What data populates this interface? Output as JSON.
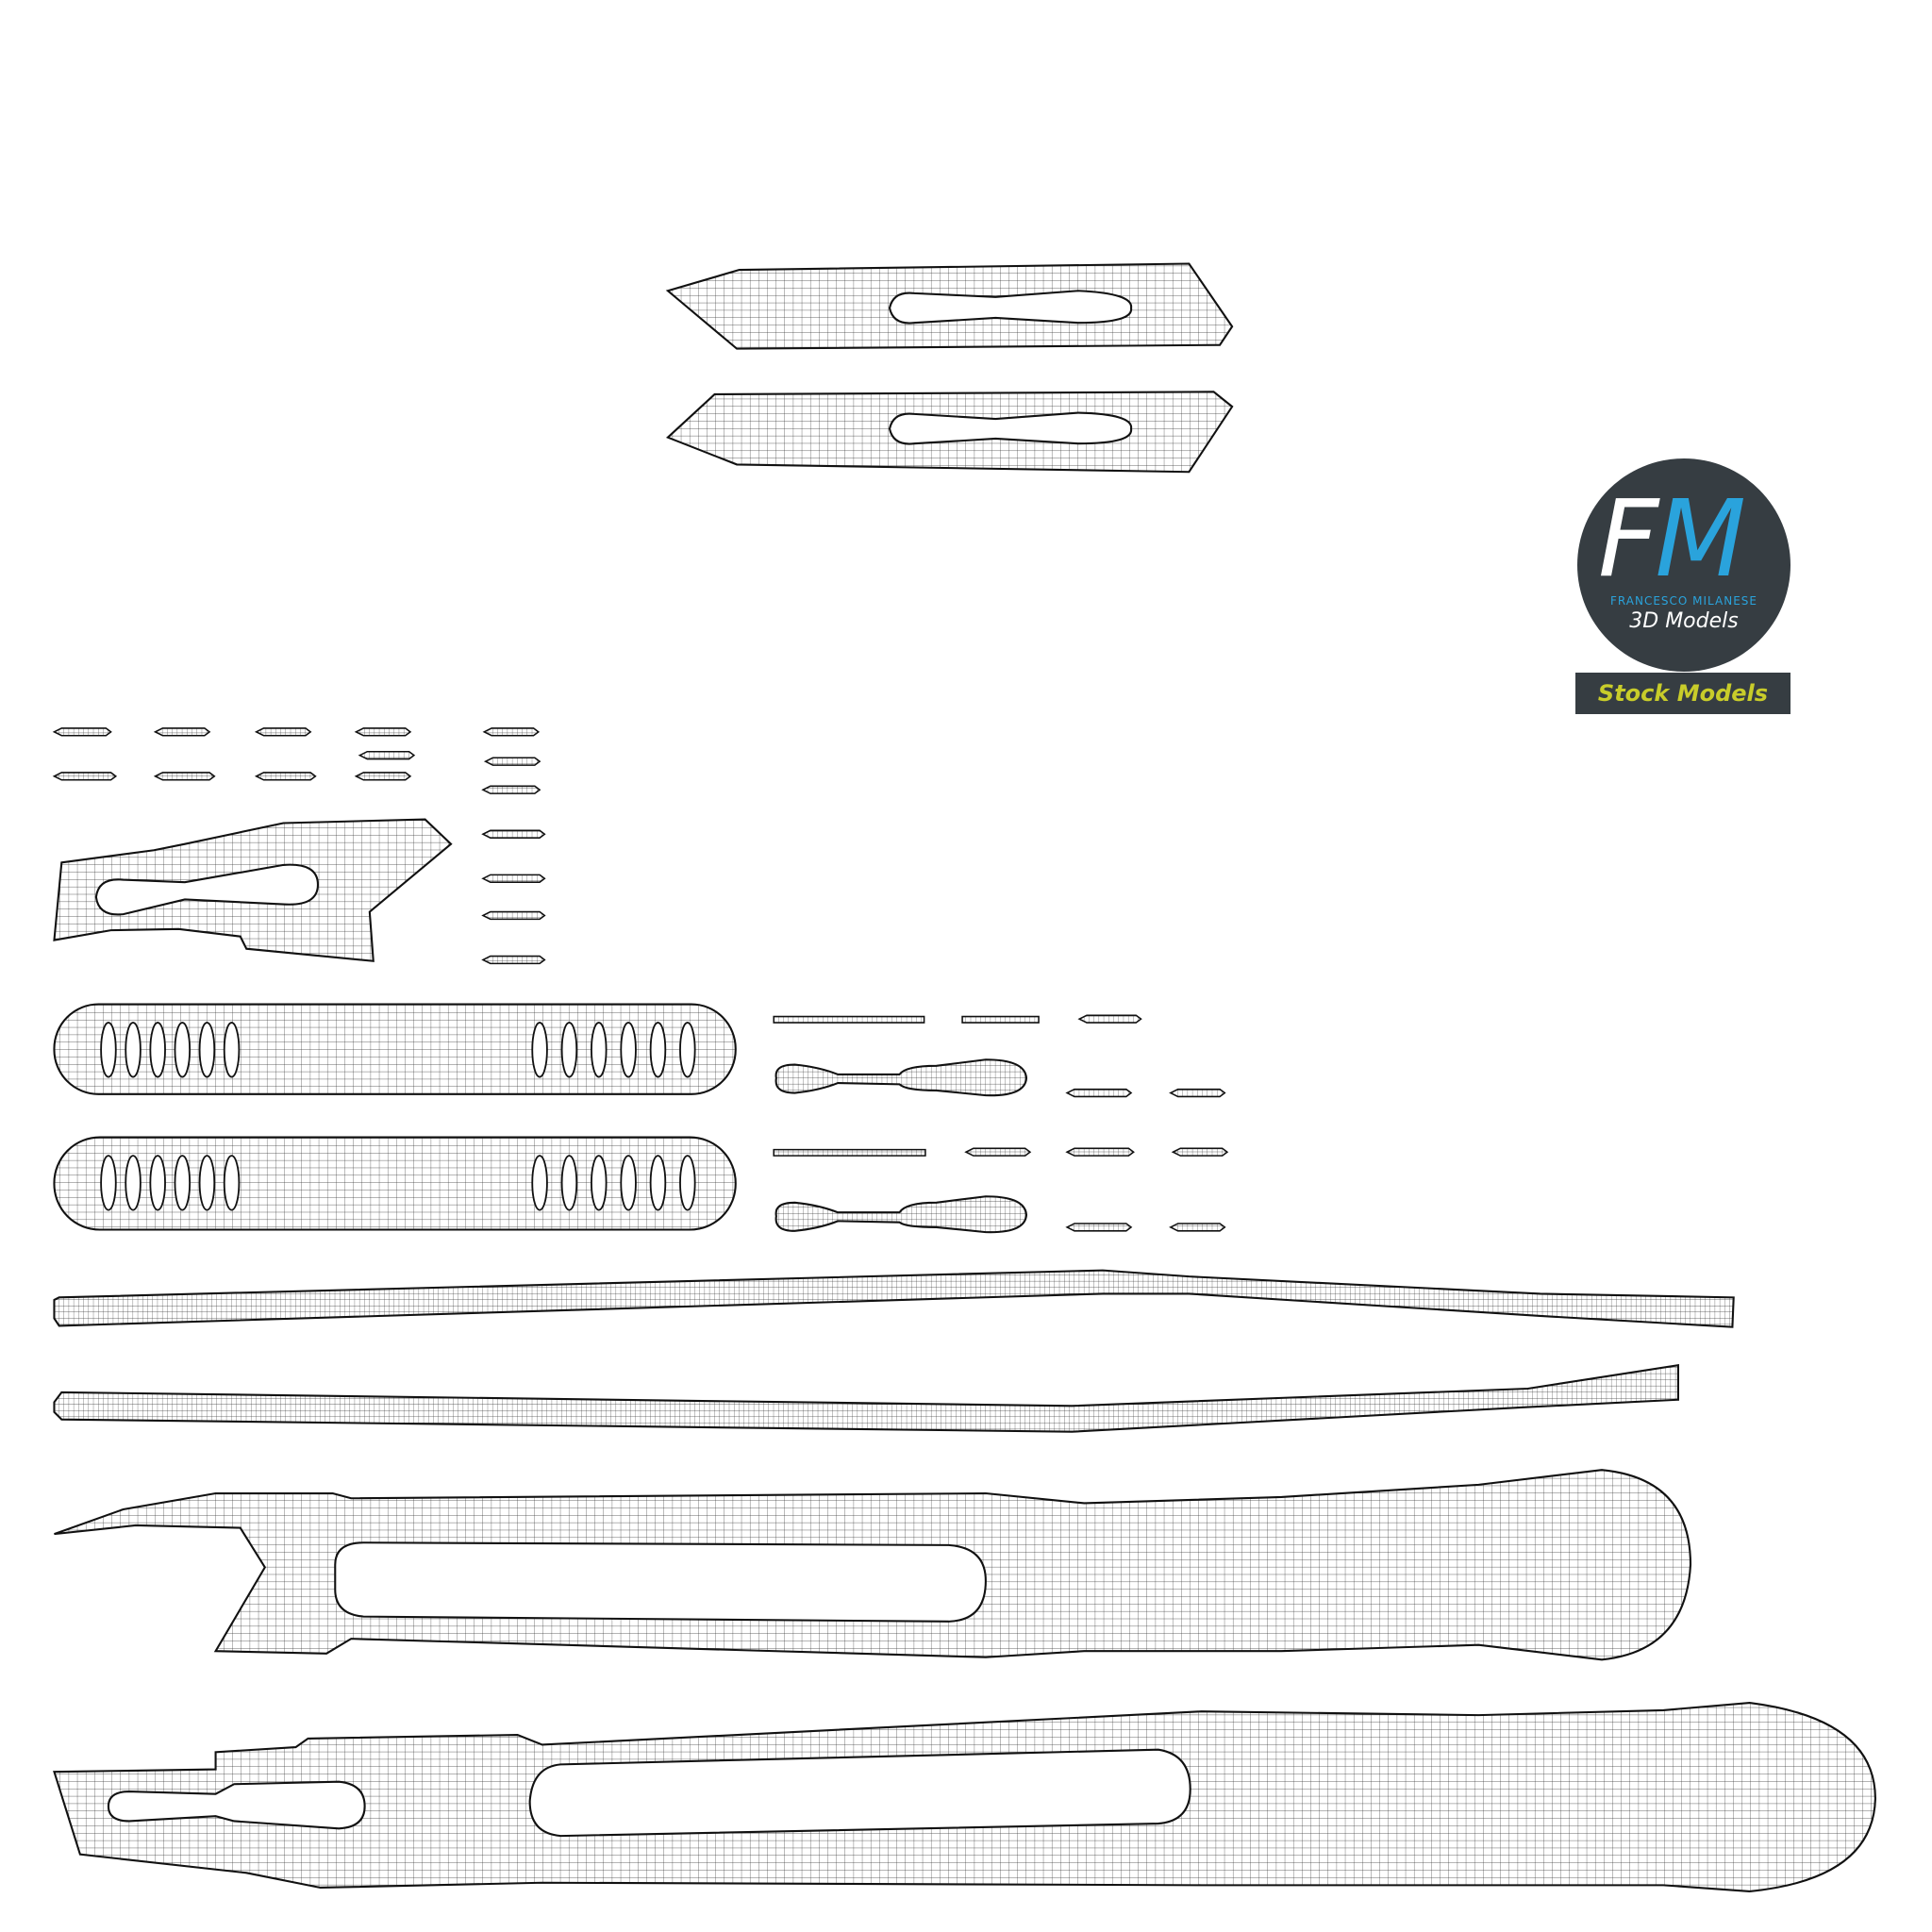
{
  "logo": {
    "letter_f": "F",
    "letter_m": "M",
    "author": "FRANCESCO MILANESE",
    "subtitle": "3D Models",
    "banner": "Stock Models",
    "colors": {
      "bg": "#363d42",
      "accent": "#2aa3dc",
      "banner_text": "#c8cc2a"
    }
  }
}
